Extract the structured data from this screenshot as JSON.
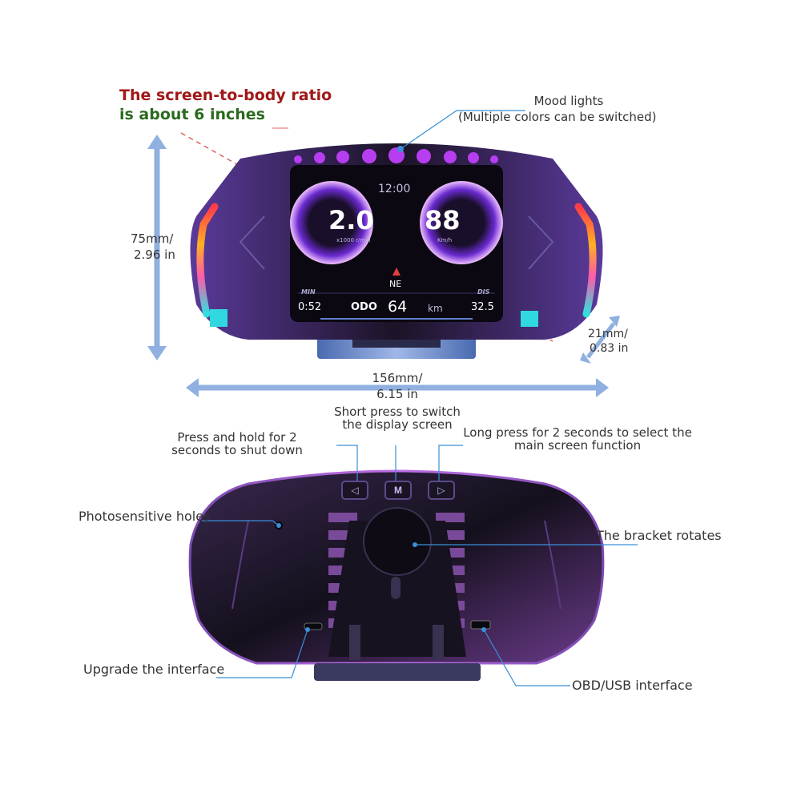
{
  "headline": {
    "line1": "The screen-to-body ratio",
    "line2": "is about 6 inches",
    "color1": "#a01818",
    "color2": "#2b6a1f"
  },
  "dimensions": {
    "height_mm": "75mm/",
    "height_in": "2.96 in",
    "width_mm": "156mm/",
    "width_in": "6.15 in",
    "depth_mm": "21mm/",
    "depth_in": "0.83 in"
  },
  "callouts": {
    "mood_lights_1": "Mood lights",
    "mood_lights_2": "(Multiple colors can be switched)",
    "short_press_1": "Short press to switch",
    "short_press_2": "the display screen",
    "hold_1": "Press and hold for 2",
    "hold_2": "seconds to shut down",
    "long_press_1": "Long press for 2 seconds to select the",
    "long_press_2": "main screen function",
    "photosensitive": "Photosensitive holes",
    "bracket": "The bracket rotates",
    "upgrade": "Upgrade the interface",
    "obd": "OBD/USB interface"
  },
  "screen": {
    "clock": "12:00",
    "rpm": "2.0",
    "rpm_unit": "x1000 r/min",
    "speed": "88",
    "speed_unit": "Km/h",
    "heading": "NE",
    "min_label": "MIN",
    "dis_label": "DIS",
    "time": "0:52",
    "odo_label": "ODO",
    "odo_value": "64",
    "odo_unit": "km",
    "distance": "32.5"
  },
  "buttons": {
    "left": "◁",
    "middle": "M",
    "right": "▷"
  },
  "colors": {
    "arrow": "#8fb0e0",
    "callout_line": "#3a8fd8",
    "body": "#2a1f3a",
    "accent": "#b040e0"
  }
}
